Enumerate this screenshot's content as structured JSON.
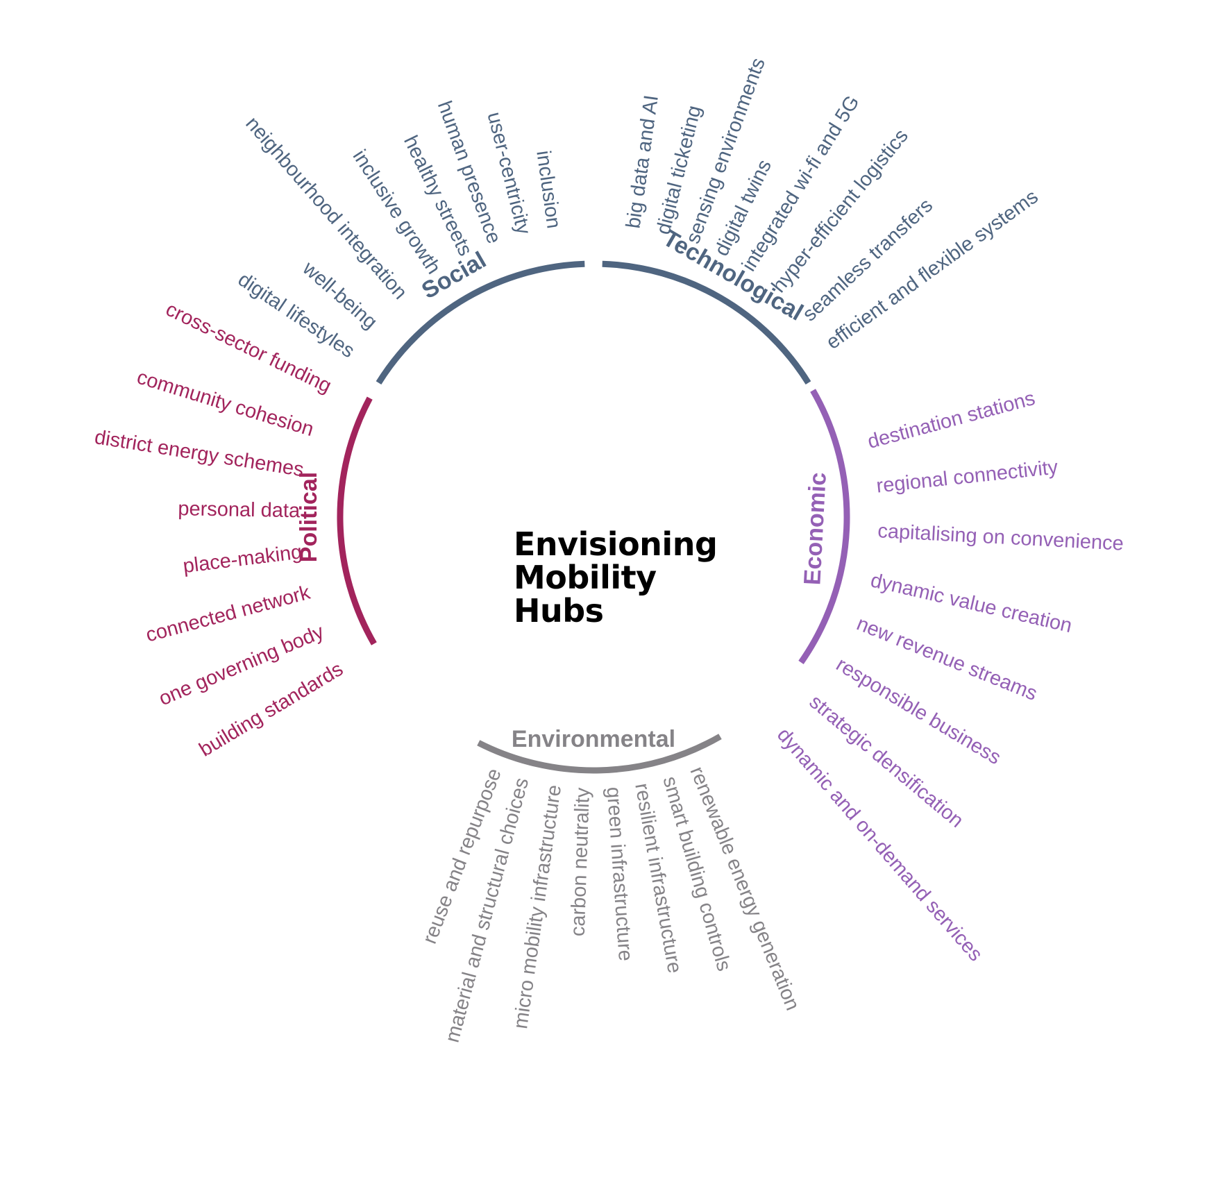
{
  "title": [
    "Envisioning",
    "Mobility",
    "Hubs"
  ],
  "categories": [
    {
      "key": "social",
      "label": "Social",
      "color": "#4f6580",
      "items": [
        "inclusion",
        "user-centricity",
        "human presence",
        "healthy streets",
        "inclusive growth",
        "neighbourhood integration",
        "well-being",
        "digital lifestyles"
      ]
    },
    {
      "key": "technological",
      "label": "Technological",
      "color": "#4f6580",
      "items": [
        "big data and AI",
        "digital ticketing",
        "sensing environments",
        "digital twins",
        "integrated wi-fi and 5G",
        "hyper-efficient logistics",
        "seamless transfers",
        "efficient and flexible systems"
      ]
    },
    {
      "key": "economic",
      "label": "Economic",
      "color": "#9460b5",
      "items": [
        "destination stations",
        "regional connectivity",
        "capitalising on convenience",
        "dynamic value creation",
        "new revenue streams",
        "responsible business",
        "strategic densification",
        "dynamic and on-demand services"
      ]
    },
    {
      "key": "environmental",
      "label": "Environmental",
      "color": "#858387",
      "items": [
        "reuse and repurpose",
        "material and structural choices",
        "micro mobility infrastructure",
        "carbon neutrality",
        "green infrastructure",
        "resilient infrastructure",
        "smart building controls",
        "renewable energy generation"
      ]
    },
    {
      "key": "political",
      "label": "Political",
      "color": "#a2245c",
      "items": [
        "cross-sector funding",
        "community cohesion",
        "district energy schemes",
        "personal data",
        "place-making",
        "connected network",
        "one governing body",
        "building standards"
      ]
    }
  ]
}
